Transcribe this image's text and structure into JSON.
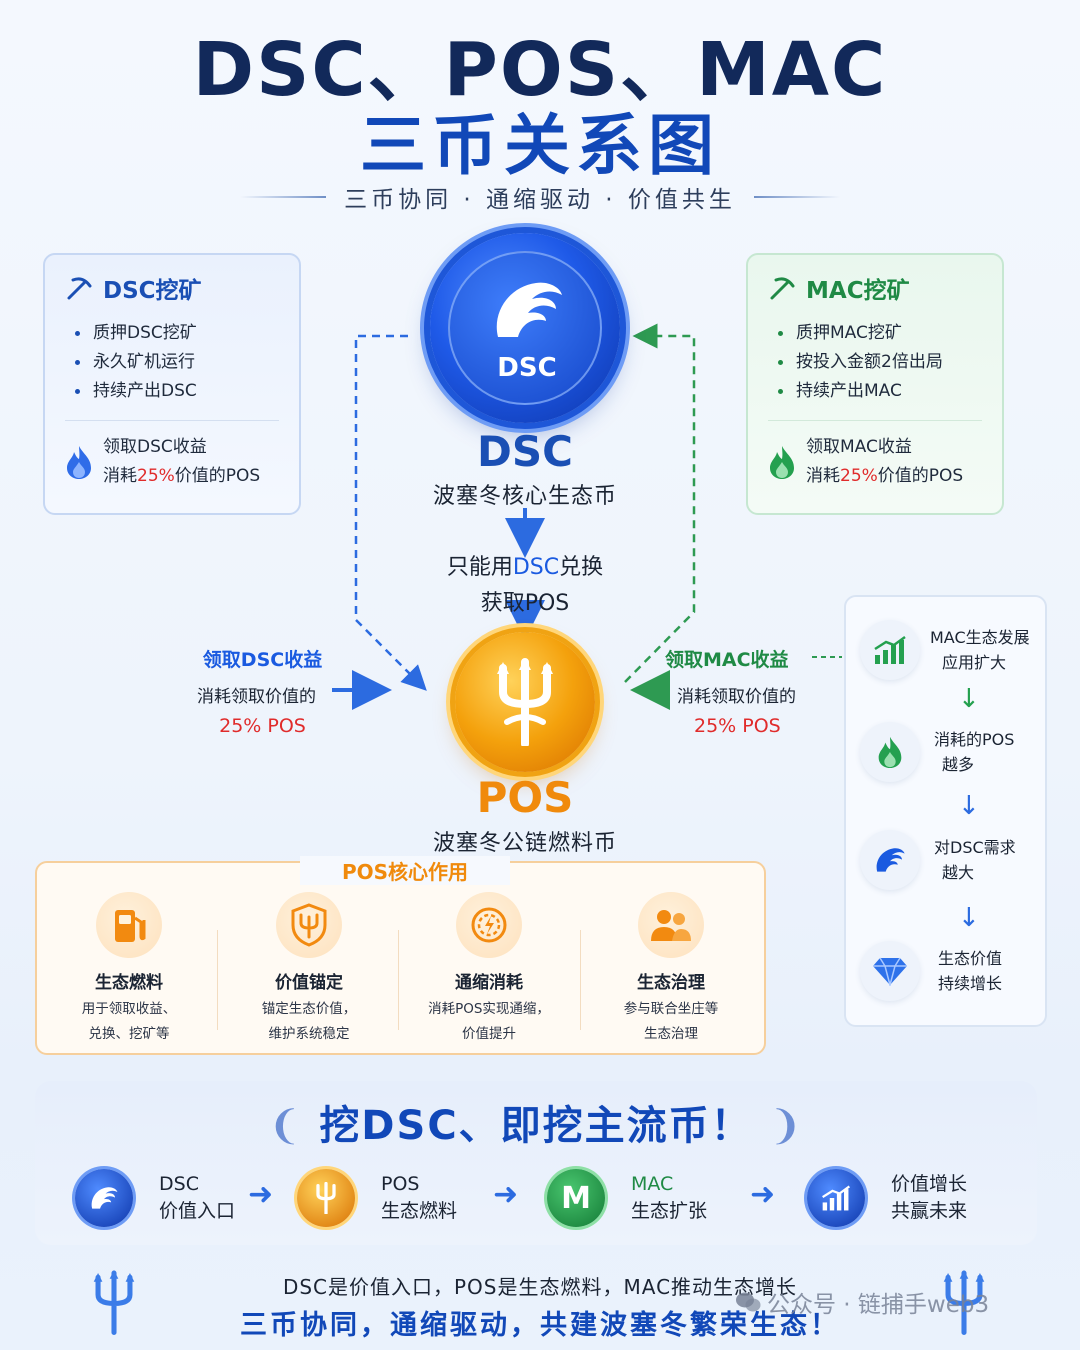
{
  "title": {
    "line1": "DSC、POS、MAC",
    "line2": "三币关系图",
    "subtitle": "三币协同 · 通缩驱动 · 价值共生"
  },
  "dsc_mining": {
    "title": "DSC挖矿",
    "items": [
      "质押DSC挖矿",
      "永久矿机运行",
      "持续产出DSC"
    ],
    "claim_line": "领取DSC收益",
    "consume_pre": "消耗",
    "consume_pct": "25%",
    "consume_post": "价值的POS"
  },
  "mac_mining": {
    "title": "MAC挖矿",
    "items": [
      "质押MAC挖矿",
      "按投入金额2倍出局",
      "持续产出MAC"
    ],
    "claim_line": "领取MAC收益",
    "consume_pre": "消耗",
    "consume_pct": "25%",
    "consume_post": "价值的POS"
  },
  "dsc_coin": {
    "coin_label": "DSC",
    "name": "DSC",
    "subtitle": "波塞冬核心生态币"
  },
  "exchange": {
    "pre": "只能用",
    "highlight": "DSC",
    "post": "兑换",
    "line2": "获取POS"
  },
  "pos_coin": {
    "name": "POS",
    "subtitle": "波塞冬公链燃料币"
  },
  "left_claim": {
    "title": "领取DSC收益",
    "line": "消耗领取价值的",
    "pct": "25% POS"
  },
  "right_claim": {
    "title": "领取MAC收益",
    "line": "消耗领取价值的",
    "pct": "25% POS"
  },
  "pos_core": {
    "title": "POS核心作用",
    "items": [
      {
        "title": "生态燃料",
        "desc1": "用于领取收益、",
        "desc2": "兑换、挖矿等",
        "icon": "fuel-pump-icon"
      },
      {
        "title": "价值锚定",
        "desc1": "锚定生态价值，",
        "desc2": "维护系统稳定",
        "icon": "trident-shield-icon"
      },
      {
        "title": "通缩消耗",
        "desc1": "消耗POS实现通缩，",
        "desc2": "价值提升",
        "icon": "deflation-gear-icon"
      },
      {
        "title": "生态治理",
        "desc1": "参与联合坐庄等",
        "desc2": "生态治理",
        "icon": "people-icon"
      }
    ]
  },
  "flywheel": {
    "items": [
      {
        "line1": "MAC生态发展",
        "line2": "应用扩大",
        "icon": "growth-chart-icon"
      },
      {
        "line1": "消耗的POS",
        "line2": "越多",
        "icon": "flame-icon"
      },
      {
        "line1": "对DSC需求",
        "line2": "越大",
        "icon": "wave-icon"
      },
      {
        "line1": "生态价值",
        "line2": "持续增长",
        "icon": "diamond-icon"
      }
    ]
  },
  "slogan": {
    "text": "挖DSC、即挖主流币！",
    "flow": [
      {
        "line1": "DSC",
        "line2": "价值入口",
        "icon": "dsc-coin-icon"
      },
      {
        "line1": "POS",
        "line2": "生态燃料",
        "icon": "pos-coin-icon"
      },
      {
        "line1": "MAC",
        "line2": "生态扩张",
        "icon": "mac-coin-icon"
      },
      {
        "line1": "价值增长",
        "line2": "共赢未来",
        "icon": "value-growth-icon"
      }
    ]
  },
  "footer": {
    "line1": "DSC是价值入口，POS是生态燃料，MAC推动生态增长",
    "line2": "三币协同，通缩驱动，共建波塞冬繁荣生态！"
  },
  "watermark": "公众号 · 链捕手web3",
  "colors": {
    "dsc_blue": "#1a4fb4",
    "mac_green": "#1f8a45",
    "pos_orange": "#f08a0c",
    "highlight_red": "#e02b2b"
  }
}
